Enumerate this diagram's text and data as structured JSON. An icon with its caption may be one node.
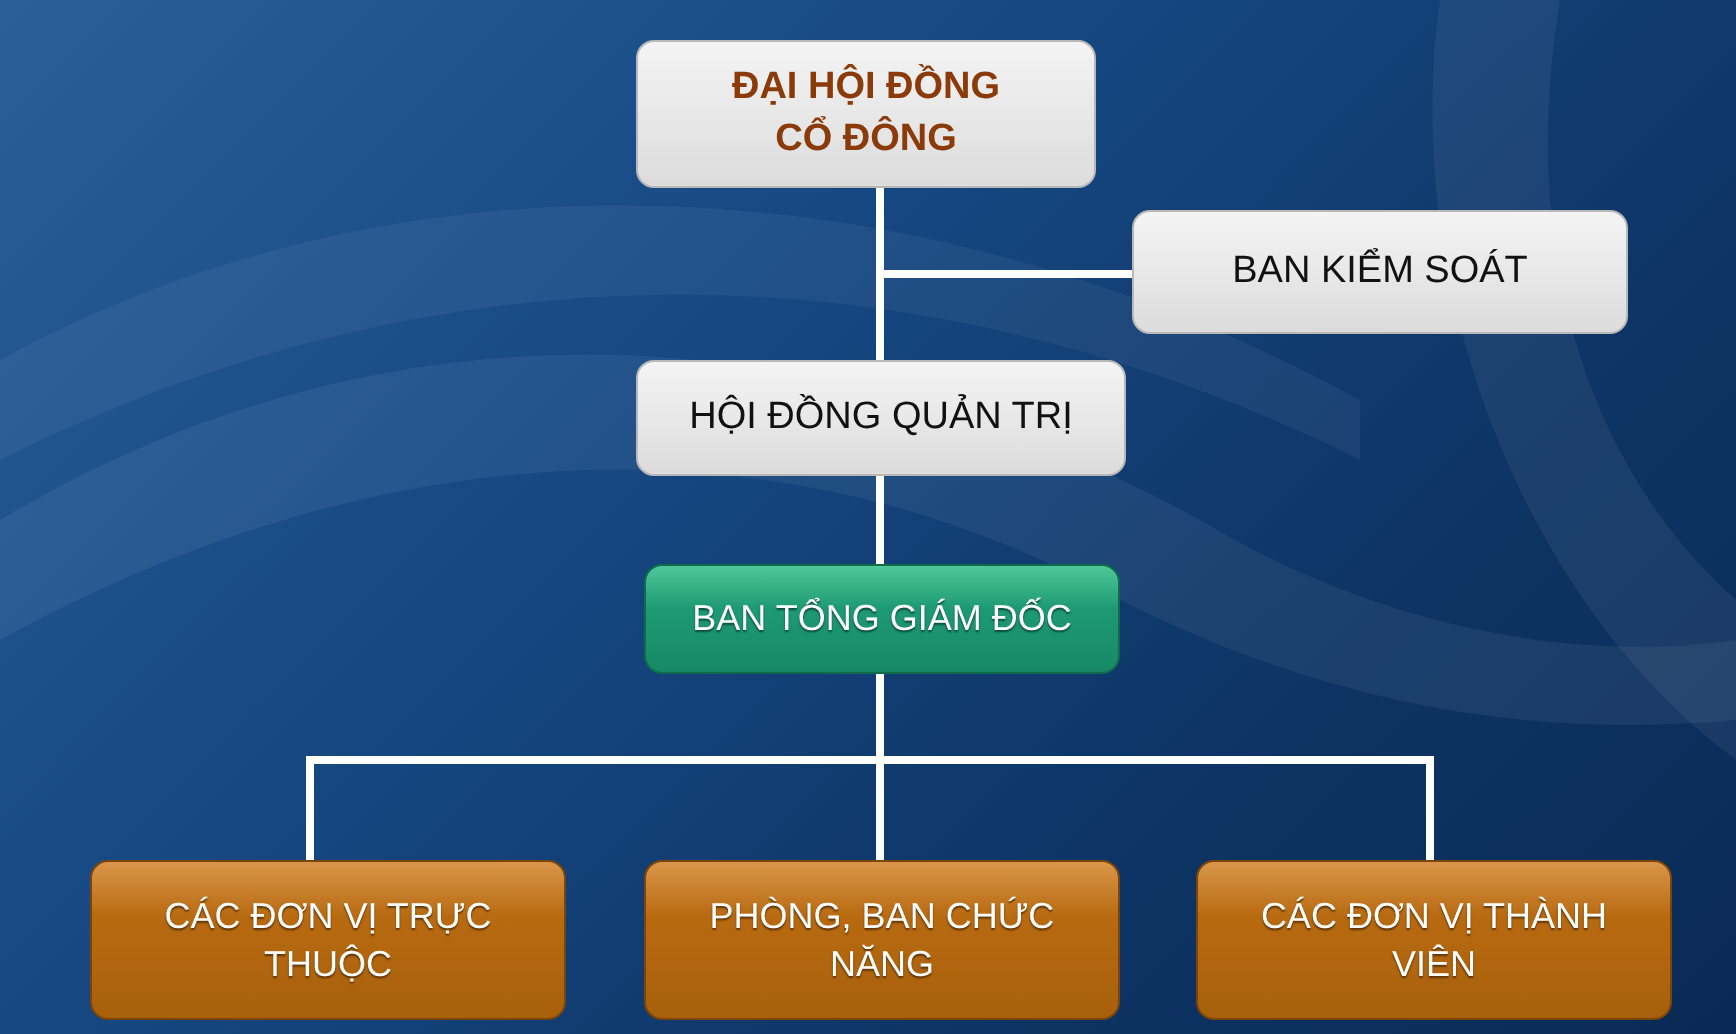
{
  "diagram": {
    "nodes": [
      {
        "text": [
          "ĐẠI HỘI ĐỒNG CỔ ĐÔNG"
        ]
      },
      {
        "text": [
          "BAN KIỂM SOÁT"
        ]
      },
      {
        "text": [
          "HỘI ĐỒNG QUẢN TRỊ"
        ]
      },
      {
        "text": [
          "BAN TỔNG GIÁM ĐỐC"
        ]
      },
      {
        "text": [
          "CÁC ĐƠN VỊ TRỰC THUỘC"
        ]
      },
      {
        "text": [
          "PHÒNG, BAN CHỨC NĂNG"
        ]
      },
      {
        "text": [
          "CÁC ĐƠN VỊ THÀNH VIÊN"
        ]
      }
    ],
    "edges": [
      {
        "from": 0,
        "to": 1,
        "arrow": "none"
      },
      {
        "from": 0,
        "to": 2,
        "arrow": "none"
      },
      {
        "from": 2,
        "to": 3,
        "arrow": "none"
      },
      {
        "from": 3,
        "to": 4,
        "arrow": "none"
      },
      {
        "from": 3,
        "to": 5,
        "arrow": "none"
      },
      {
        "from": 3,
        "to": 6,
        "arrow": "none"
      }
    ]
  }
}
